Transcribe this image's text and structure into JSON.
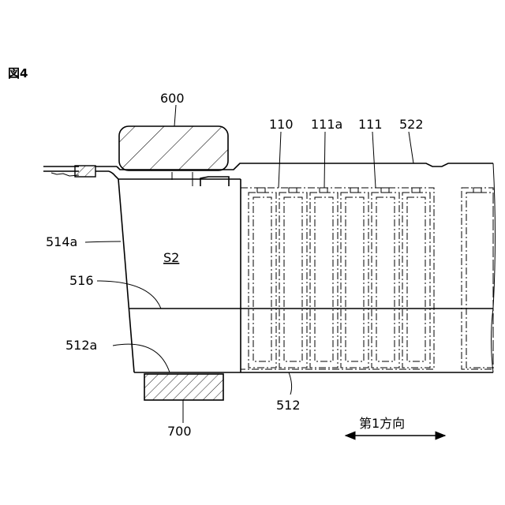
{
  "figure": {
    "title": "図4"
  },
  "labels": {
    "r600": "600",
    "r110": "110",
    "r111a": "111a",
    "r111": "111",
    "r522": "522",
    "r514a": "514a",
    "s2": "S2",
    "r516": "516",
    "r512a": "512a",
    "r512": "512",
    "r700": "700",
    "direction": "第1方向"
  },
  "colors": {
    "ink": "#000000",
    "background": "#ffffff"
  }
}
